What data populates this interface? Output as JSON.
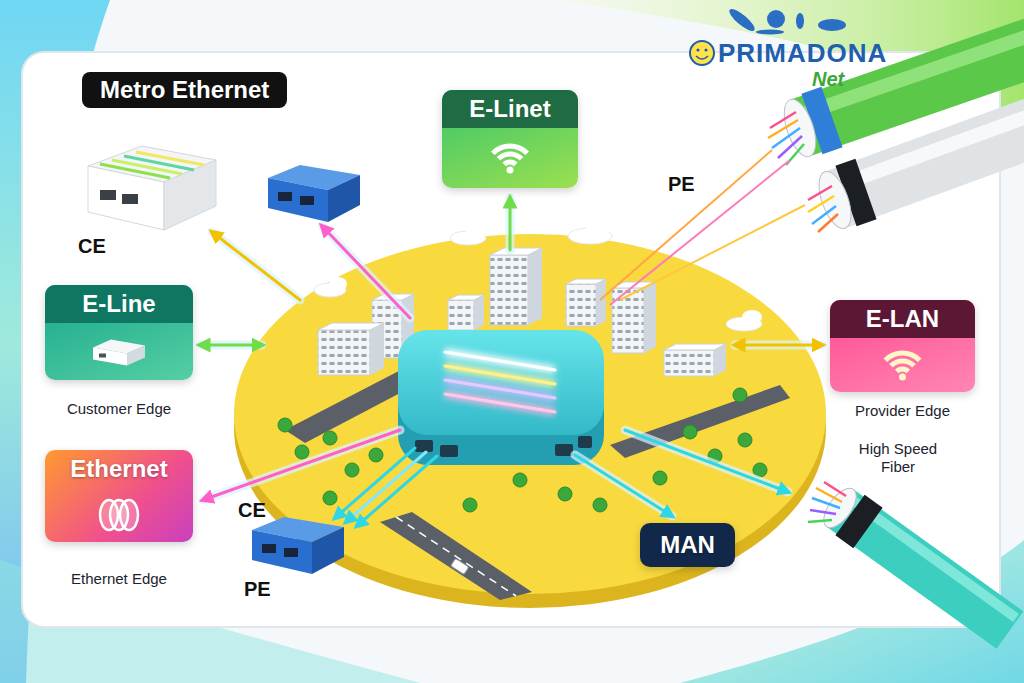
{
  "diagram": {
    "title": "Metro Ethernet",
    "nodes": [
      {
        "text": [
          "E-Linet"
        ]
      },
      {
        "text": [
          "E-Line",
          "Customer Edge"
        ]
      },
      {
        "text": [
          "E-LAN",
          "Provider Edge"
        ]
      },
      {
        "text": [
          "Ethernet",
          "Ethernet Edge"
        ]
      },
      {
        "text": [
          "MAN"
        ]
      }
    ],
    "labels": [
      "PRIMADONA",
      "Net",
      "PE",
      "CE",
      "High Speed Fiber",
      "CE",
      "PE"
    ]
  }
}
